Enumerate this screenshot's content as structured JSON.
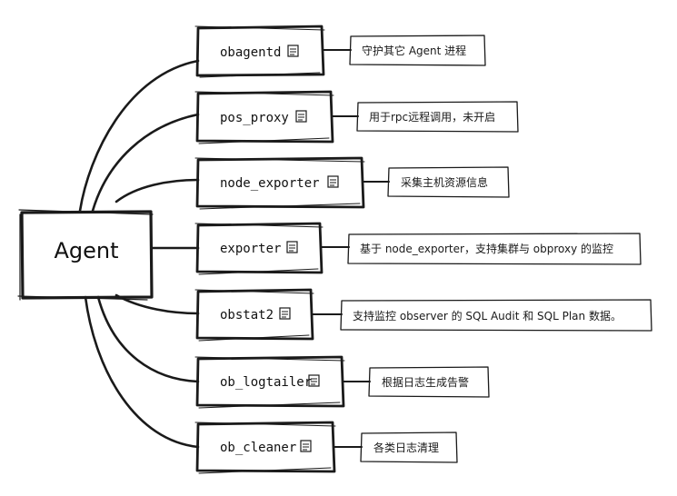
{
  "diagram": {
    "root": {
      "label": "Agent"
    },
    "nodes": [
      {
        "label": "obagentd",
        "icon": "note-icon",
        "description": "守护其它 Agent 进程"
      },
      {
        "label": "pos_proxy",
        "icon": "note-icon",
        "description": "用于rpc远程调用，未开启"
      },
      {
        "label": "node_exporter",
        "icon": "note-icon",
        "description": "采集主机资源信息"
      },
      {
        "label": "exporter",
        "icon": "note-icon",
        "description": "基于 node_exporter，支持集群与 obproxy 的监控"
      },
      {
        "label": "obstat2",
        "icon": "note-icon",
        "description": "支持监控 observer 的 SQL Audit 和 SQL Plan 数据。"
      },
      {
        "label": "ob_logtailer",
        "icon": "note-icon",
        "description": "根据日志生成告警"
      },
      {
        "label": "ob_cleaner",
        "icon": "note-icon",
        "description": "各类日志清理"
      }
    ],
    "colors": {
      "stroke": "#1a1a1a",
      "background": "#ffffff"
    }
  }
}
